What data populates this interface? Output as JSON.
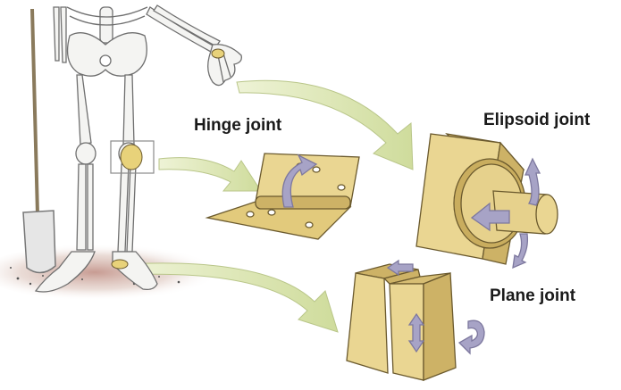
{
  "labels": {
    "hinge": "Hinge joint",
    "ellipsoid": "Elipsoid joint",
    "plane": "Plane joint"
  },
  "colors": {
    "bone": "#f4f4f2",
    "bone_outline": "#6f6f6f",
    "highlight": "#e8d27a",
    "model_face": "#ead692",
    "model_side": "#cdb266",
    "model_outline": "#6b5a2e",
    "callout_arrow": "#d6e2aa",
    "motion_arrow": "#a7a3c6",
    "ground": "#9a4a3a"
  },
  "icons": {
    "skeleton": "skeleton-illustration",
    "shovel": "shovel-illustration",
    "hinge_model": "hinge-joint-model",
    "ellipsoid_model": "ellipsoid-joint-model",
    "plane_model": "plane-joint-model"
  }
}
